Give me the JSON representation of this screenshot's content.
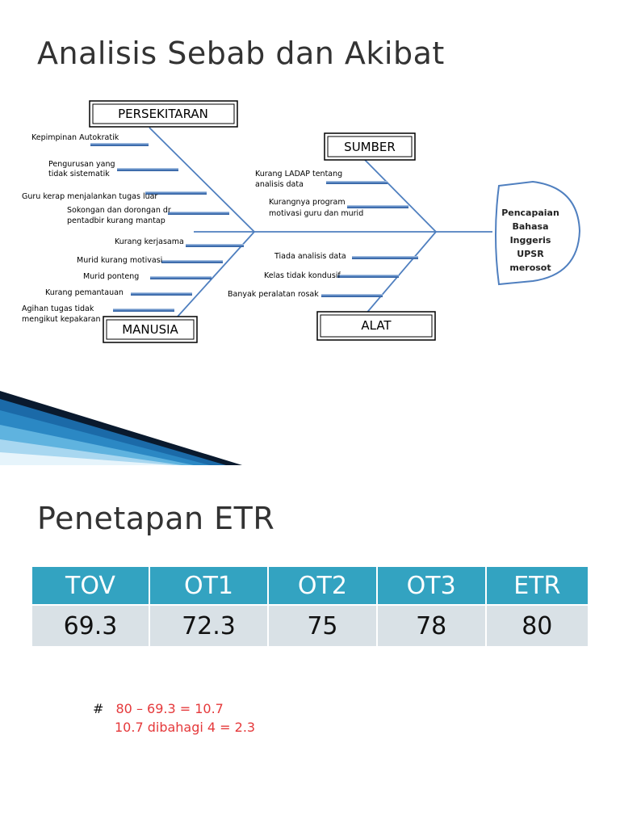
{
  "slide1": {
    "title": "Analisis Sebab dan Akibat",
    "categories": {
      "persekitaran": "PERSEKITARAN",
      "sumber": "SUMBER",
      "manusia": "MANUSIA",
      "alat": "ALAT"
    },
    "effect": [
      "Pencapaian",
      "Bahasa",
      "Inggeris",
      "UPSR",
      "merosot"
    ],
    "causes_persekitaran": [
      "Kepimpinan Autokratik",
      "Pengurusan yang",
      "tidak sistematik",
      "Guru kerap menjalankan tugas luar",
      "Sokongan dan dorongan dr",
      "pentadbir kurang mantap"
    ],
    "causes_manusia": [
      "Kurang kerjasama",
      "Murid kurang motivasi",
      "Murid ponteng",
      "Kurang pemantauan",
      "Agihan tugas tidak",
      "mengikut kepakaran"
    ],
    "causes_sumber": [
      "Kurang LADAP tentang",
      "analisis data",
      "Kurangnya program",
      "motivasi guru dan murid"
    ],
    "causes_alat": [
      "Tiada analisis data",
      "Kelas tidak kondusif",
      "Banyak peralatan rosak"
    ]
  },
  "slide2": {
    "title": "Penetapan ETR",
    "table": {
      "headers": [
        "TOV",
        "OT1",
        "OT2",
        "OT3",
        "ETR"
      ],
      "values": [
        "69.3",
        "72.3",
        "75",
        "78",
        "80"
      ]
    },
    "note_hash": "#",
    "note_line1": "80 – 69.3 = 10.7",
    "note_line2": "10.7 dibahagi 4 = 2.3"
  },
  "colors": {
    "bone_blue": "#4f7fbf",
    "header_teal": "#33a3c1",
    "cell_gray": "#d9e1e6",
    "note_red": "#e5393b",
    "deco_dark": "#0a1a2e",
    "deco_blue": "#1b6aa8"
  }
}
